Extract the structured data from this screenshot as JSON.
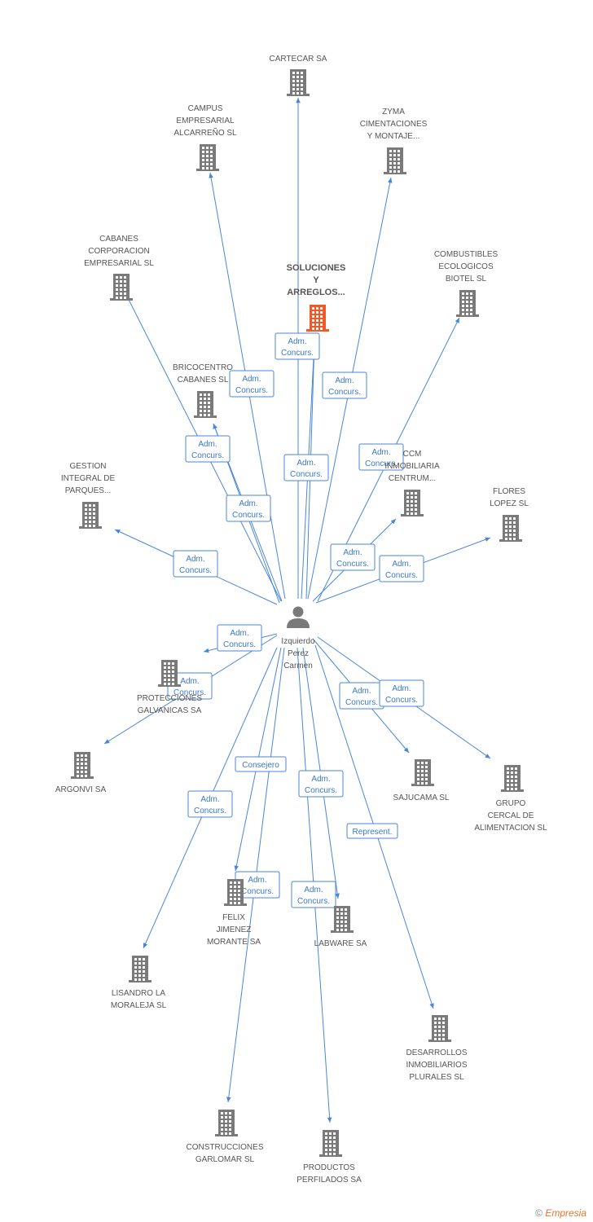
{
  "colors": {
    "edge": "#4a86d8",
    "node": "#7a7a7a",
    "main_node": "#f05a28",
    "label": "#555555"
  },
  "center": {
    "id": "person",
    "label": [
      "Izquierdo",
      "Perez",
      "Carmen"
    ],
    "icon": "person-icon"
  },
  "nodes": [
    {
      "id": "cartecar",
      "label": [
        "CARTECAR SA"
      ],
      "icon": "building-icon"
    },
    {
      "id": "campus",
      "label": [
        "CAMPUS",
        "EMPRESARIAL",
        "ALCARREÑO SL"
      ],
      "icon": "building-icon"
    },
    {
      "id": "zyma",
      "label": [
        "ZYMA",
        "CIMENTACIONES",
        "Y MONTAJE..."
      ],
      "icon": "building-icon"
    },
    {
      "id": "cabanes",
      "label": [
        "CABANES",
        "CORPORACION",
        "EMPRESARIAL SL"
      ],
      "icon": "building-icon"
    },
    {
      "id": "soluciones",
      "label": [
        "SOLUCIONES",
        "Y",
        "ARREGLOS..."
      ],
      "icon": "building-icon",
      "main": true
    },
    {
      "id": "combustibles",
      "label": [
        "COMBUSTIBLES",
        "ECOLOGICOS",
        "BIOTEL SL"
      ],
      "icon": "building-icon"
    },
    {
      "id": "bricocentro",
      "label": [
        "BRICOCENTRO",
        "CABANES SL"
      ],
      "icon": "building-icon"
    },
    {
      "id": "ccm",
      "label": [
        "CCM",
        "INMOBILIARIA",
        "CENTRUM..."
      ],
      "icon": "building-icon"
    },
    {
      "id": "gestion",
      "label": [
        "GESTION",
        "INTEGRAL DE",
        "PARQUES..."
      ],
      "icon": "building-icon"
    },
    {
      "id": "flores",
      "label": [
        "FLORES",
        "LOPEZ SL"
      ],
      "icon": "building-icon"
    },
    {
      "id": "protecciones",
      "label": [
        "PROTECCIONES",
        "GALVANICAS SA"
      ],
      "icon": "building-icon"
    },
    {
      "id": "argonvi",
      "label": [
        "ARGONVI SA"
      ],
      "icon": "building-icon"
    },
    {
      "id": "sajucama",
      "label": [
        "SAJUCAMA SL"
      ],
      "icon": "building-icon"
    },
    {
      "id": "grupo",
      "label": [
        "GRUPO",
        "CERCAL DE",
        "ALIMENTACION SL"
      ],
      "icon": "building-icon"
    },
    {
      "id": "felix",
      "label": [
        "FELIX",
        "JIMENEZ",
        "MORANTE SA"
      ],
      "icon": "building-icon"
    },
    {
      "id": "labware",
      "label": [
        "LABWARE SA"
      ],
      "icon": "building-icon"
    },
    {
      "id": "lisandro",
      "label": [
        "LISANDRO LA",
        "MORALEJA SL"
      ],
      "icon": "building-icon"
    },
    {
      "id": "desarrollos",
      "label": [
        "DESARROLLOS",
        "INMOBILIARIOS",
        "PLURALES SL"
      ],
      "icon": "building-icon"
    },
    {
      "id": "construcciones",
      "label": [
        "CONSTRUCCIONES",
        "GARLOMAR SL"
      ],
      "icon": "building-icon"
    },
    {
      "id": "productos",
      "label": [
        "PRODUCTOS",
        "PERFILADOS SA"
      ],
      "icon": "building-icon"
    }
  ],
  "edges": [
    {
      "to": "cartecar",
      "label": [
        "Adm.",
        "Concurs."
      ]
    },
    {
      "to": "campus",
      "label": [
        "Adm.",
        "Concurs."
      ]
    },
    {
      "to": "zyma",
      "label": [
        "Adm.",
        "Concurs."
      ]
    },
    {
      "to": "cabanes",
      "label": [
        "Adm.",
        "Concurs."
      ]
    },
    {
      "to": "soluciones",
      "label": [
        "Adm.",
        "Concurs."
      ]
    },
    {
      "to": "combustibles",
      "label": [
        "Adm.",
        "Concurs."
      ]
    },
    {
      "to": "bricocentro",
      "label": [
        "Adm.",
        "Concurs."
      ]
    },
    {
      "to": "ccm",
      "label": [
        "Adm.",
        "Concurs."
      ]
    },
    {
      "to": "gestion",
      "label": [
        "Adm.",
        "Concurs."
      ]
    },
    {
      "to": "flores",
      "label": [
        "Adm.",
        "Concurs."
      ]
    },
    {
      "to": "protecciones",
      "label": [
        "Adm.",
        "Concurs."
      ]
    },
    {
      "to": "argonvi",
      "label": [
        "Adm.",
        "Concurs."
      ]
    },
    {
      "to": "sajucama",
      "label": [
        "Adm.",
        "Concurs."
      ]
    },
    {
      "to": "grupo",
      "label": [
        "Adm.",
        "Concurs."
      ]
    },
    {
      "to": "felix",
      "label": [
        "Consejero"
      ]
    },
    {
      "to": "felix",
      "label": [
        "Adm.",
        "Concurs.,..."
      ]
    },
    {
      "to": "labware",
      "label": [
        "Adm.",
        "Concurs."
      ]
    },
    {
      "to": "lisandro",
      "label": [
        "Adm.",
        "Concurs."
      ]
    },
    {
      "to": "desarrollos",
      "label": [
        "Represent."
      ]
    },
    {
      "to": "construcciones",
      "label": [
        "Adm.",
        "Concurs."
      ]
    },
    {
      "to": "productos",
      "label": [
        "Adm.",
        "Concurs."
      ]
    },
    {
      "to": "bricocentro",
      "label": [
        "Adm.",
        "Concurs."
      ]
    },
    {
      "to": "soluciones",
      "label": [
        "Adm.",
        "Concurs."
      ]
    }
  ],
  "footer": {
    "copyright": "©",
    "brand": "Empresia"
  }
}
